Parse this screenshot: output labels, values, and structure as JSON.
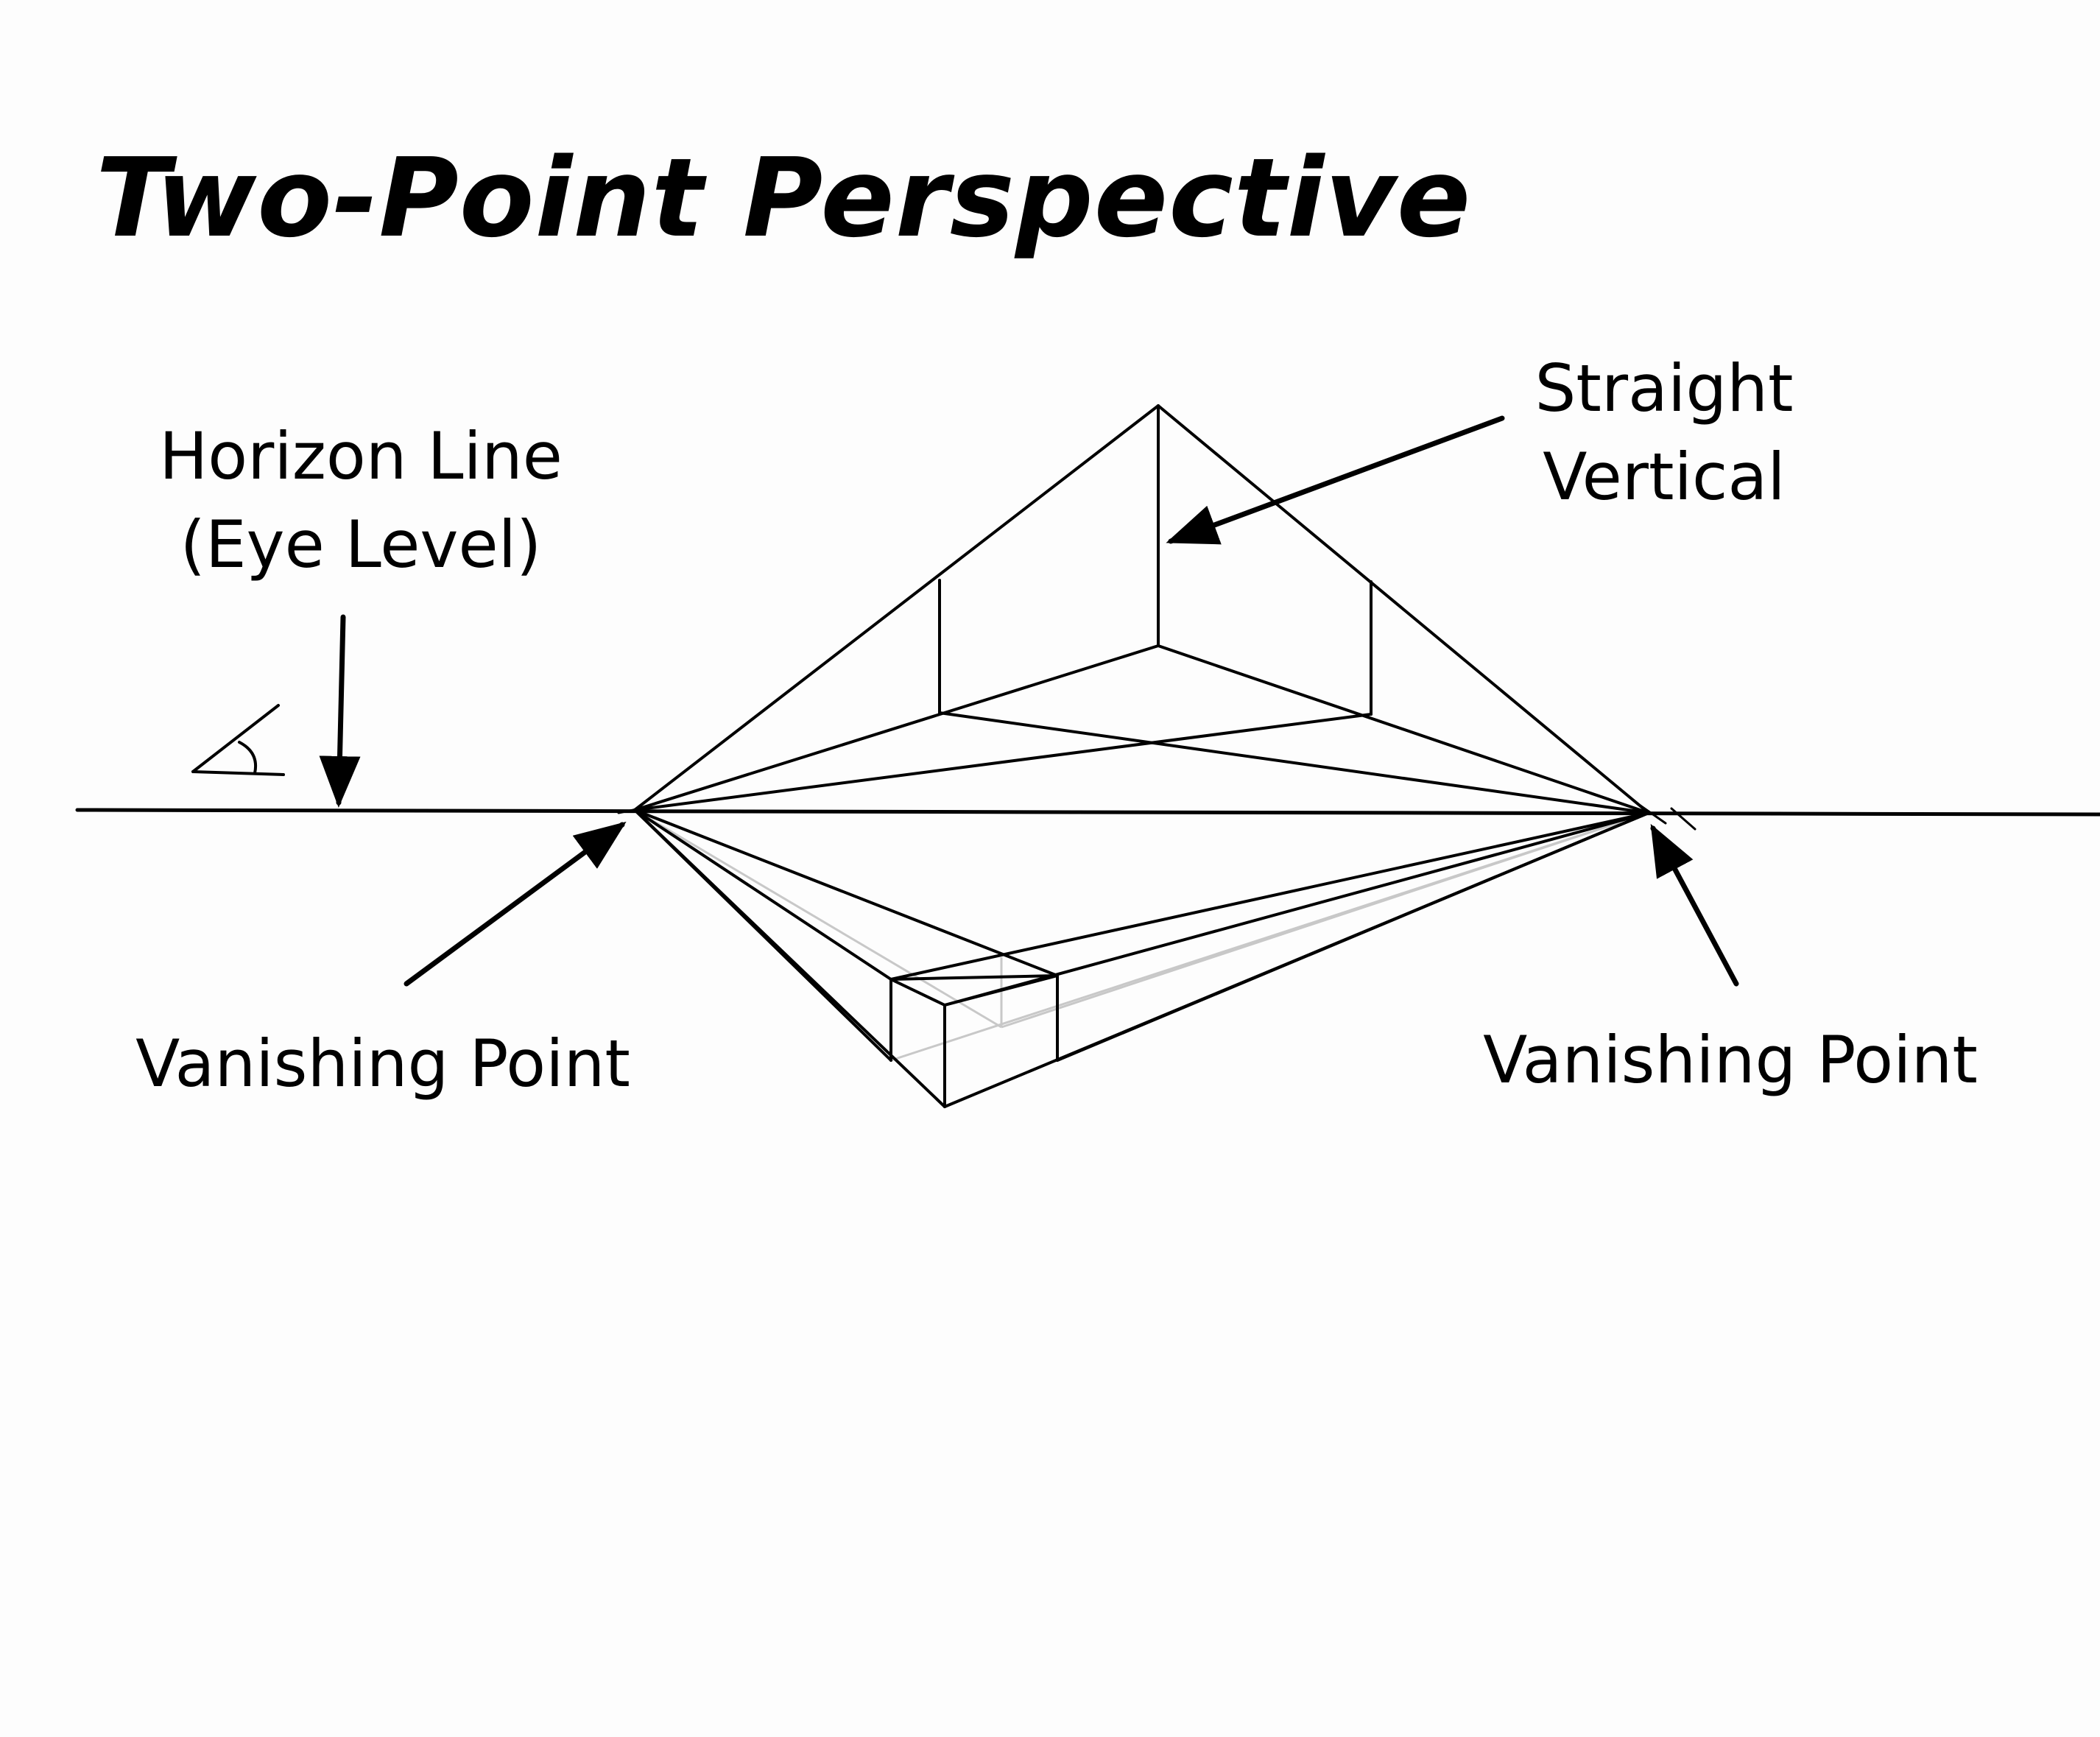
{
  "title": "Two-Point Perspective",
  "labels": {
    "horizon_line": {
      "line1": "Horizon Line",
      "line2": "(Eye Level)"
    },
    "straight_vertical": {
      "line1": "Straight",
      "line2": "Vertical"
    },
    "vanishing_point_left": "Vanishing Point",
    "vanishing_point_right": "Vanishing Point"
  }
}
